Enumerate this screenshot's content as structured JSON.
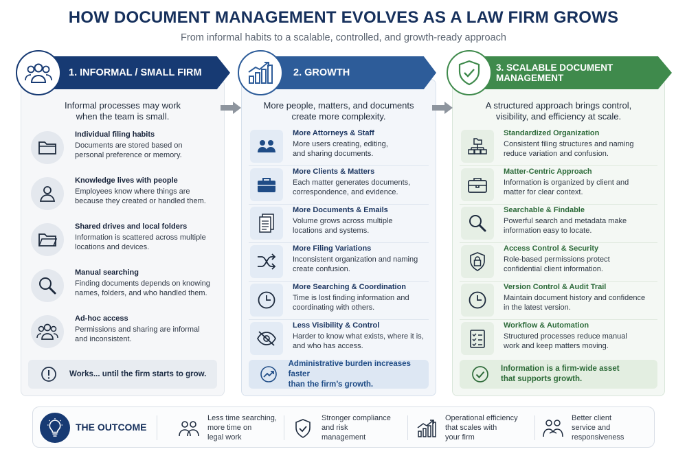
{
  "title": "HOW DOCUMENT MANAGEMENT EVOLVES AS A LAW FIRM GROWS",
  "subtitle": "From informal habits to a scalable, controlled, and growth-ready approach",
  "colors": {
    "navy": "#173a73",
    "blue": "#2d5c99",
    "green": "#3f8a4c"
  },
  "columns": [
    {
      "banner": "1. INFORMAL / SMALL FIRM",
      "badge_icon": "people-icon",
      "intro": [
        "Informal processes may work",
        "when the team is small."
      ],
      "items": [
        {
          "icon": "folder-icon",
          "title": "Individual filing habits",
          "desc": [
            "Documents are stored based on",
            "personal preference or memory."
          ]
        },
        {
          "icon": "person-icon",
          "title": "Knowledge lives with people",
          "desc": [
            "Employees know where things are",
            "because they created or handled them."
          ]
        },
        {
          "icon": "folder-icon",
          "title": "Shared drives and local folders",
          "desc": [
            "Information is scattered across multiple",
            "locations and devices."
          ]
        },
        {
          "icon": "search-icon",
          "title": "Manual searching",
          "desc": [
            "Finding documents depends on knowing",
            "names, folders, and who handled them."
          ]
        },
        {
          "icon": "people-icon",
          "title": "Ad-hoc access",
          "desc": [
            "Permissions and sharing are informal",
            "and inconsistent."
          ]
        }
      ],
      "footer": [
        "Works... until the firm starts to grow."
      ]
    },
    {
      "banner": "2. GROWTH",
      "badge_icon": "growth-chart-icon",
      "intro": [
        "More people, matters, and documents",
        "create more complexity."
      ],
      "items": [
        {
          "icon": "people-icon",
          "title": "More Attorneys & Staff",
          "desc": [
            "More users creating, editing,",
            "and sharing documents."
          ]
        },
        {
          "icon": "briefcase-icon",
          "title": "More Clients & Matters",
          "desc": [
            "Each matter generates documents,",
            "correspondence, and evidence."
          ]
        },
        {
          "icon": "documents-icon",
          "title": "More Documents & Emails",
          "desc": [
            "Volume grows across multiple",
            "locations and systems."
          ]
        },
        {
          "icon": "shuffle-icon",
          "title": "More Filing Variations",
          "desc": [
            "Inconsistent organization and naming",
            "create confusion."
          ]
        },
        {
          "icon": "clock-icon",
          "title": "More Searching & Coordination",
          "desc": [
            "Time is lost finding information and",
            "coordinating with others."
          ]
        },
        {
          "icon": "eye-off-icon",
          "title": "Less Visibility & Control",
          "desc": [
            "Harder to know what exists, where it is,",
            "and who has access."
          ]
        }
      ],
      "footer": [
        "Administrative burden increases faster",
        "than the firm’s growth."
      ]
    },
    {
      "banner": "3. SCALABLE DOCUMENT MANAGEMENT",
      "badge_icon": "shield-check-icon",
      "intro": [
        "A structured approach brings control,",
        "visibility, and efficiency at scale."
      ],
      "items": [
        {
          "icon": "hierarchy-icon",
          "title": "Standardized Organization",
          "desc": [
            "Consistent filing structures and naming",
            "reduce variation and confusion."
          ]
        },
        {
          "icon": "briefcase-icon",
          "title": "Matter-Centric Approach",
          "desc": [
            "Information is organized by client and",
            "matter for clear context."
          ]
        },
        {
          "icon": "search-icon",
          "title": "Searchable & Findable",
          "desc": [
            "Powerful search and metadata make",
            "information easy to locate."
          ]
        },
        {
          "icon": "lock-icon",
          "title": "Access Control & Security",
          "desc": [
            "Role-based permissions protect",
            "confidential client information."
          ]
        },
        {
          "icon": "clock-icon",
          "title": "Version Control & Audit Trail",
          "desc": [
            "Maintain document history and confidence",
            "in the latest version."
          ]
        },
        {
          "icon": "checklist-icon",
          "title": "Workflow & Automation",
          "desc": [
            "Structured processes reduce manual",
            "work and keep matters moving."
          ]
        }
      ],
      "footer": [
        "Information is a firm-wide asset",
        "that supports growth."
      ]
    }
  ],
  "outcome": {
    "label": "THE OUTCOME",
    "items": [
      {
        "icon": "people-icon",
        "text": [
          "Less time searching,",
          "more time on",
          "legal work"
        ]
      },
      {
        "icon": "shield-check-icon",
        "text": [
          "Stronger compliance",
          "and risk",
          "management"
        ]
      },
      {
        "icon": "growth-chart-icon",
        "text": [
          "Operational efficiency",
          "that scales with",
          "your firm"
        ]
      },
      {
        "icon": "handshake-icon",
        "text": [
          "Better client",
          "service and",
          "responsiveness"
        ]
      }
    ]
  }
}
